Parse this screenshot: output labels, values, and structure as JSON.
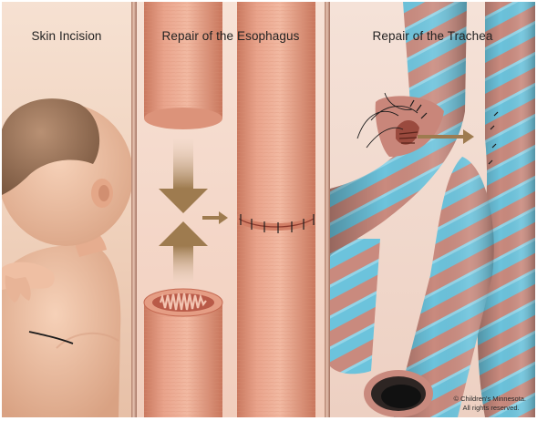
{
  "panels": [
    {
      "title": "Skin Incision"
    },
    {
      "title": "Repair of the Esophagus"
    },
    {
      "title": "Repair of the Trachea"
    }
  ],
  "copyright": {
    "line1": "© Children's Minnesota.",
    "line2": "All rights reserved."
  },
  "colors": {
    "skin": "#efc2a6",
    "tissue": "#e8a186",
    "cartilage": "#6cc3dc",
    "arrow": "#9e7b4f"
  }
}
